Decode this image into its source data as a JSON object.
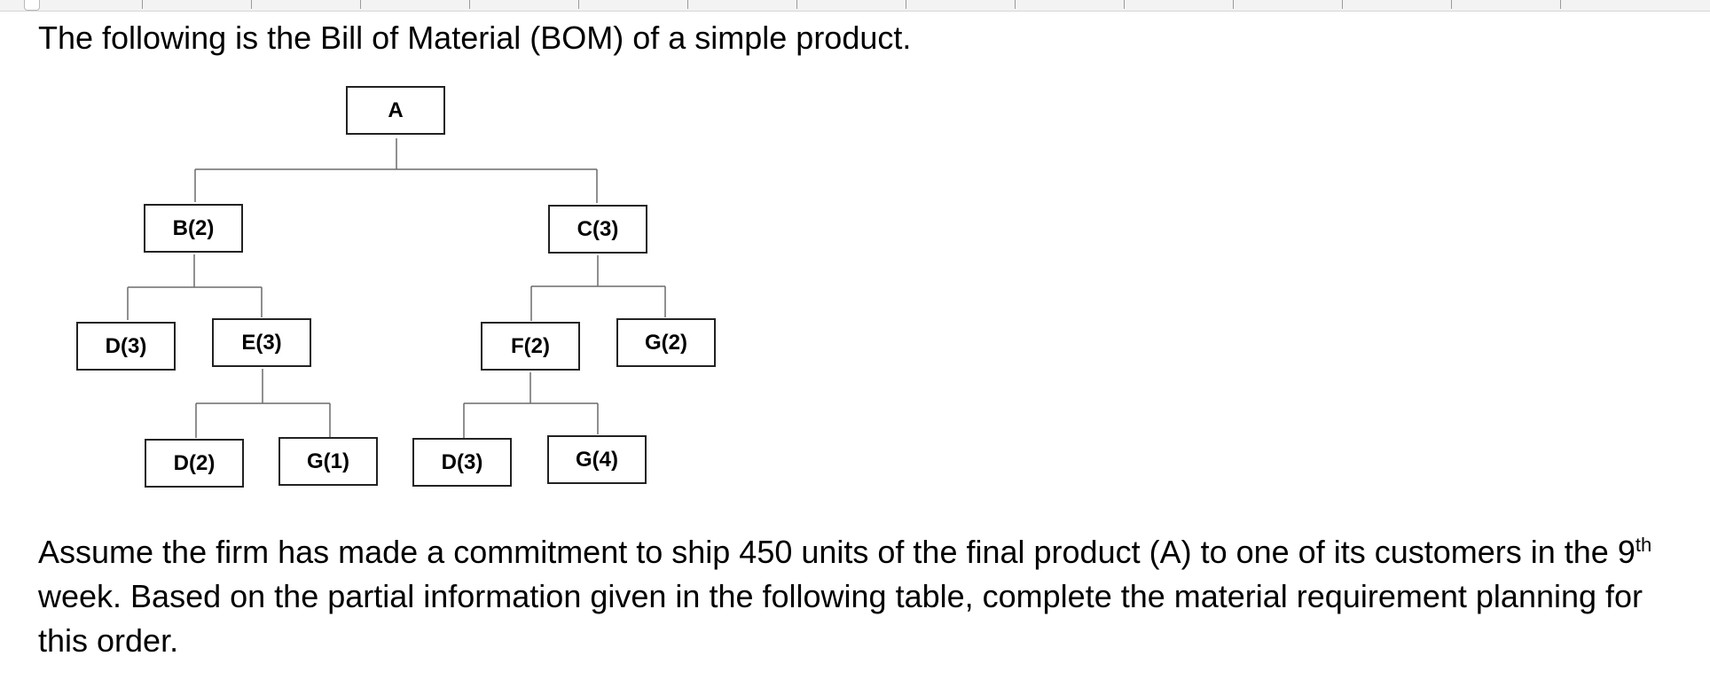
{
  "document": {
    "heading": "The following is the Bill of Material (BOM) of a simple product.",
    "paragraph": {
      "part1": "Assume the firm has made a commitment to ship 450 units of the final product (A) to one of its customers in the 9",
      "superscript": "th",
      "part2": " week. Based on the partial information given in the following table, complete the material requirement planning for this order."
    }
  },
  "bom": {
    "root": "A",
    "level1": {
      "left": "B(2)",
      "right": "C(3)"
    },
    "level2": {
      "b_child_1": "D(3)",
      "b_child_2": "E(3)",
      "c_child_1": "F(2)",
      "c_child_2": "G(2)"
    },
    "level3": {
      "e_child_1": "D(2)",
      "e_child_2": "G(1)",
      "f_child_1": "D(3)",
      "f_child_2": "G(4)"
    }
  }
}
